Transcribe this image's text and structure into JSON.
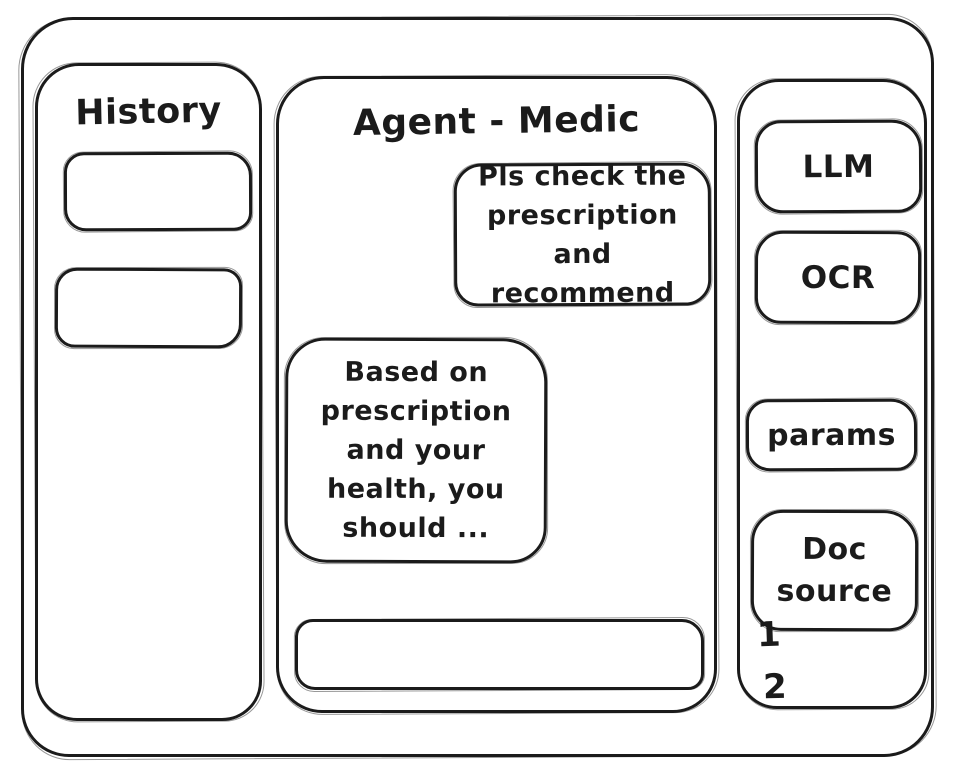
{
  "app": {
    "background_color": "#ffffff",
    "stroke_color": "#1b1b1b",
    "style": "hand-drawn wireframe"
  },
  "history_panel": {
    "title": "History",
    "items": [
      {
        "label": ""
      },
      {
        "label": ""
      }
    ]
  },
  "chat_panel": {
    "title": "Agent - Medic",
    "messages": [
      {
        "role": "user",
        "text": "Pls check the prescription and recommend"
      },
      {
        "role": "agent",
        "text": "Based on prescription and your health, you should ..."
      }
    ],
    "input": {
      "value": "",
      "placeholder": ""
    }
  },
  "tools_panel": {
    "buttons": [
      {
        "label": "LLM"
      },
      {
        "label": "OCR"
      },
      {
        "label": "params"
      },
      {
        "label": "Doc source"
      }
    ],
    "doc_source_items": [
      {
        "label": "1"
      },
      {
        "label": "2"
      }
    ]
  }
}
